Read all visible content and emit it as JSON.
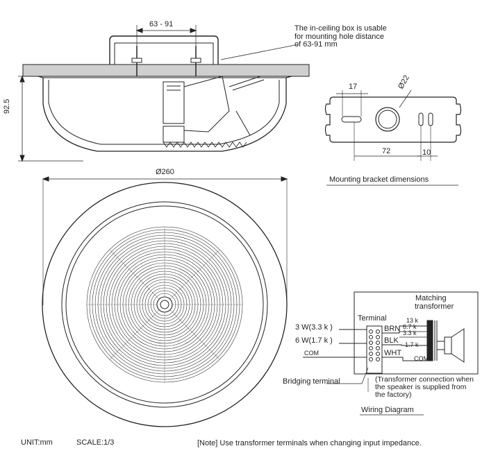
{
  "side_view": {
    "width_dim": "63 - 91",
    "height_dim": "92.5",
    "callout_lines": [
      "The in-ceiling box is usable",
      "for mounting hole distance",
      "of 63-91 mm"
    ]
  },
  "bracket": {
    "dim_left": "17",
    "dim_diameter": "Ø22",
    "dim_center": "72",
    "dim_right": "10",
    "caption": "Mounting bracket dimensions"
  },
  "front_view": {
    "diameter_dim": "Ø260"
  },
  "wiring": {
    "title": "Terminal",
    "transformer_title_lines": [
      "Matching",
      "transformer"
    ],
    "inputs": [
      "3 W(3.3 k )",
      "6 W(1.7 k )",
      "COM"
    ],
    "terminal_labels": [
      "BRN",
      "BLK",
      "WHT"
    ],
    "taps": [
      "13 k",
      "6.7 k",
      "3.3 k",
      "1.7 k",
      "COM"
    ],
    "bridging_label": "Bridging terminal",
    "factory_note_lines": [
      "(Transformer connection when",
      "the speaker is supplied from",
      "the factory)"
    ],
    "caption": "Wiring Diagram"
  },
  "footer": {
    "unit": "UNIT:mm",
    "scale": "SCALE:1/3",
    "note": "[Note] Use transformer terminals when changing input impedance."
  }
}
